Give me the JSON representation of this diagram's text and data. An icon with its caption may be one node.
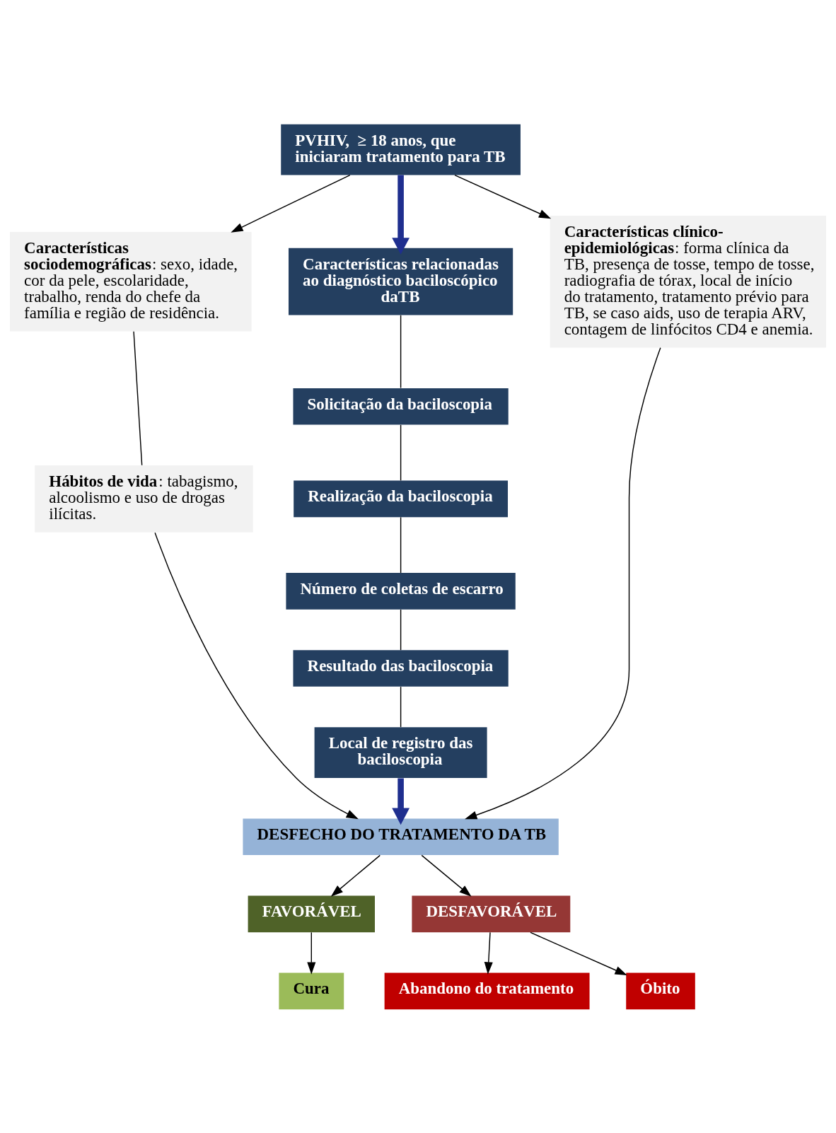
{
  "diagram": {
    "nodes": [
      {
        "text": [
          "PVHIV,  ≥ 18 anos, que iniciaram tratamento para TB"
        ]
      },
      {
        "text": [
          "**Características sociodemográficas**: sexo, idade, cor da pele, escolaridade, trabalho, renda do chefe da família e região de residência."
        ]
      },
      {
        "text": [
          "Características relacionadas ao diagnóstico baciloscópico daTB"
        ]
      },
      {
        "text": [
          "**Características clínico-epidemiológicas**: forma clínica da TB, presença de tosse, tempo de tosse, radiografia de tórax, local de início do tratamento, tratamento prévio para TB, se caso aids, uso de terapia ARV, contagem de linfócitos CD4 e anemia."
        ]
      },
      {
        "text": [
          "**Hábitos de vida**: tabagismo, alcoolismo e uso de drogas ilícitas."
        ]
      },
      {
        "text": [
          "Solicitação da baciloscopia"
        ]
      },
      {
        "text": [
          "Realização da baciloscopia"
        ]
      },
      {
        "text": [
          "Número de coletas de escarro"
        ]
      },
      {
        "text": [
          "Resultado das baciloscopia"
        ]
      },
      {
        "text": [
          "Local de registro das baciloscopia"
        ]
      },
      {
        "text": [
          "DESFECHO DO TRATAMENTO DA TB"
        ]
      },
      {
        "text": [
          "FAVORÁVEL"
        ]
      },
      {
        "text": [
          "DESFAVORÁVEL"
        ]
      },
      {
        "text": [
          "Cura"
        ]
      },
      {
        "text": [
          "Abandono do tratamento"
        ]
      },
      {
        "text": [
          "Óbito"
        ]
      }
    ],
    "edges": [
      {
        "from": 0,
        "to": 1,
        "arrow": "to"
      },
      {
        "from": 0,
        "to": 2,
        "arrow": "to",
        "style": "thick",
        "color": "#1f2f8f"
      },
      {
        "from": 0,
        "to": 3,
        "arrow": "to"
      },
      {
        "from": 1,
        "to": 4,
        "arrow": "none"
      },
      {
        "from": 2,
        "to": 5,
        "arrow": "none"
      },
      {
        "from": 5,
        "to": 6,
        "arrow": "none"
      },
      {
        "from": 6,
        "to": 7,
        "arrow": "none"
      },
      {
        "from": 7,
        "to": 8,
        "arrow": "none"
      },
      {
        "from": 8,
        "to": 9,
        "arrow": "none"
      },
      {
        "from": 4,
        "to": 10,
        "arrow": "to"
      },
      {
        "from": 9,
        "to": 10,
        "arrow": "to",
        "style": "thick",
        "color": "#1f2f8f"
      },
      {
        "from": 3,
        "to": 10,
        "arrow": "to"
      },
      {
        "from": 10,
        "to": 11,
        "arrow": "to"
      },
      {
        "from": 10,
        "to": 12,
        "arrow": "to"
      },
      {
        "from": 11,
        "to": 13,
        "arrow": "to"
      },
      {
        "from": 12,
        "to": 14,
        "arrow": "to"
      },
      {
        "from": 12,
        "to": 15,
        "arrow": "to"
      }
    ]
  }
}
